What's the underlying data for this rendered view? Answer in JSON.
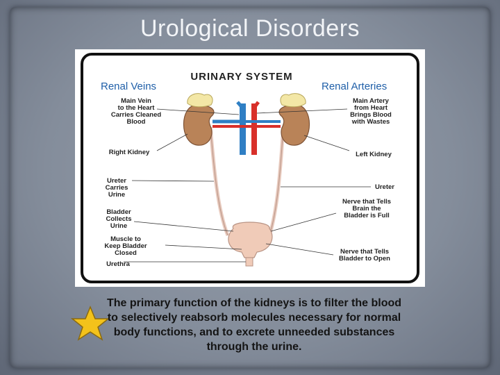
{
  "slide": {
    "title": "Urological Disorders",
    "caption": "The primary function of the kidneys is to filter the blood to selectively reabsorb molecules necessary for normal body functions, and to excrete unneeded substances through the urine."
  },
  "diagram": {
    "heading": "URINARY SYSTEM",
    "overlay_left": "Renal Veins",
    "overlay_right": "Renal Arteries",
    "left_labels": {
      "main_vein": [
        "Main Vein",
        "to the Heart",
        "Carries Cleaned",
        "Blood"
      ],
      "right_kidney": [
        "Right Kidney"
      ],
      "ureter": [
        "Ureter",
        "Carries",
        "Urine"
      ],
      "bladder": [
        "Bladder",
        "Collects",
        "Urine"
      ],
      "muscle": [
        "Muscle to",
        "Keep Bladder",
        "Closed"
      ],
      "urethra": [
        "Urethra"
      ]
    },
    "right_labels": {
      "main_artery": [
        "Main Artery",
        "from Heart",
        "Brings Blood",
        "with Wastes"
      ],
      "left_kidney": [
        "Left Kidney"
      ],
      "ureter": [
        "Ureter"
      ],
      "nerve_full": [
        "Nerve that Tells",
        "Brain the",
        "Bladder is Full"
      ],
      "nerve_open": [
        "Nerve that Tells",
        "Bladder to Open"
      ]
    }
  },
  "colors": {
    "overlay_text": "#1f5fa8",
    "vein": "#2f7fc4",
    "artery": "#d8302a",
    "kidney": "#b98358",
    "star": "#f3c21b"
  },
  "icons": {
    "star": "star-icon"
  }
}
